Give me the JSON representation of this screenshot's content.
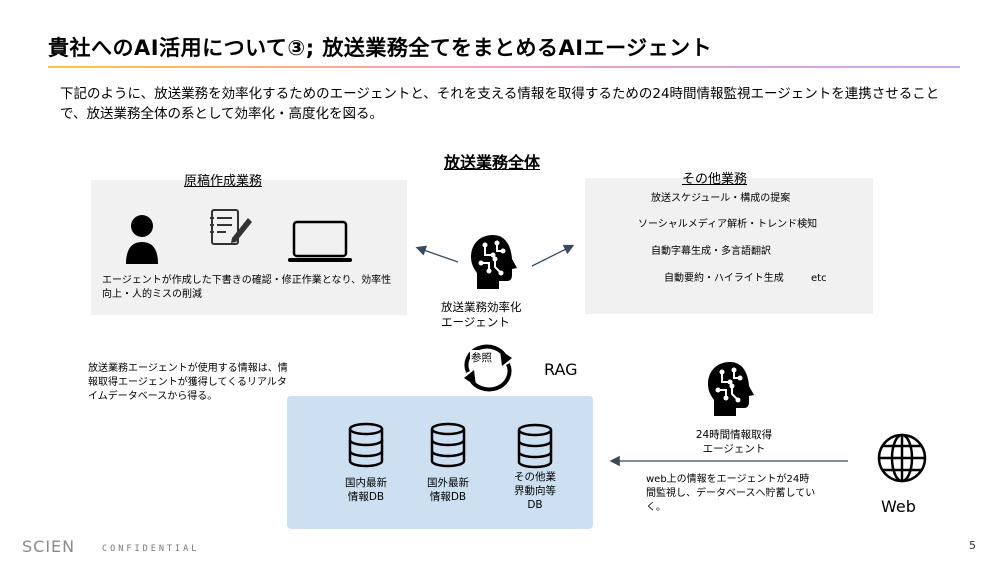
{
  "slide": {
    "title": "貴社へのAI活用について③; 放送業務全てをまとめるAIエージェント",
    "intro": "下記のように、放送業務を効率化するためのエージェントと、それを支える情報を取得するための24時間情報監視エージェントを連携させることで、放送業務全体の系として効率化・高度化を図る。",
    "center_title": "放送業務全体",
    "page_number": "5"
  },
  "left_panel": {
    "heading": "原稿作成業務",
    "icons": [
      "person-icon",
      "document-edit-icon",
      "laptop-icon"
    ],
    "description": "エージェントが作成した下書きの確認・修正作業となり、効率性向上・人的ミスの削減"
  },
  "right_panel": {
    "heading": "その他業務",
    "items": [
      "放送スケジュール・構成の提案",
      "ソーシャルメディア解析・トレンド検知",
      "自動字幕生成・多言語翻訳",
      "自動要約・ハイライト生成"
    ],
    "etc": "etc"
  },
  "center_agent": {
    "icon": "ai-head-icon",
    "label_line1": "放送業務効率化",
    "label_line2": "エージェント"
  },
  "rag": {
    "cycle_label": "参照",
    "label": "RAG"
  },
  "left_note": "放送業務エージェントが使用する情報は、情報取得エージェントが獲得してくるリアルタイムデータベースから得る。",
  "databases": [
    {
      "line1": "国内最新",
      "line2": "情報DB",
      "line3": ""
    },
    {
      "line1": "国外最新",
      "line2": "情報DB",
      "line3": ""
    },
    {
      "line1": "その他業",
      "line2": "界動向等",
      "line3": "DB"
    }
  ],
  "info_agent": {
    "icon": "ai-head-icon",
    "label_line1": "24時間情報取得",
    "label_line2": "エージェント",
    "note": "web上の情報をエージェントが24時間監視し、データベースへ貯蓄していく。"
  },
  "web": {
    "icon": "globe-icon",
    "label": "Web"
  },
  "footer": {
    "brand": "SCIEN",
    "confidential": "CONFIDENTIAL"
  },
  "colors": {
    "db_panel": "#cde0f1",
    "panel": "#f1f1f1",
    "arrow": "#3a4a5c"
  }
}
